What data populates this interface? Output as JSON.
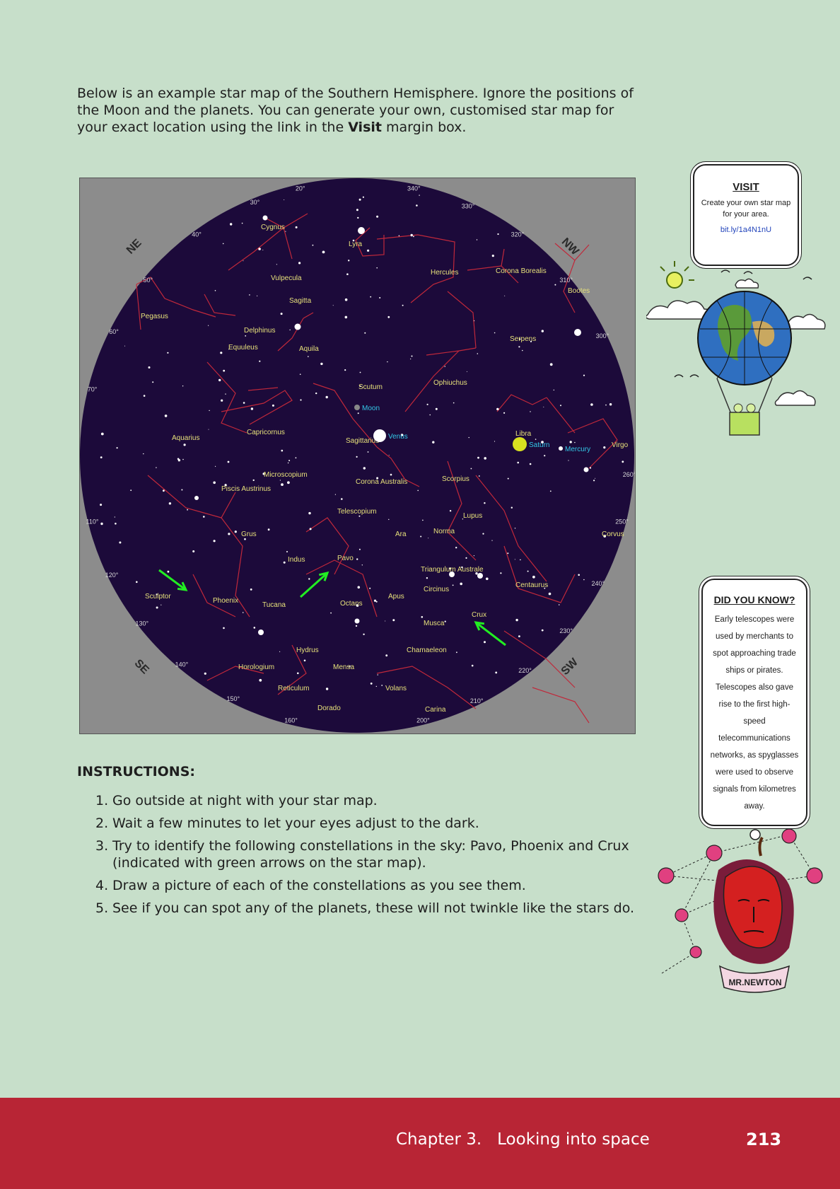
{
  "intro": {
    "before_bold": "Below is an example star map of the Southern Hemisphere. Ignore the positions of the Moon and the planets. You can generate your own, customised star map for your exact location using the link in the ",
    "bold": "Visit",
    "after_bold": " margin box."
  },
  "star_map": {
    "directions": [
      "NE",
      "NW",
      "SE",
      "SW"
    ],
    "degrees": [
      "20°",
      "30°",
      "40°",
      "50°",
      "60°",
      "70°",
      "110°",
      "120°",
      "130°",
      "140°",
      "150°",
      "160°",
      "200°",
      "210°",
      "220°",
      "230°",
      "240°",
      "250°",
      "260°",
      "300°",
      "310°",
      "320°",
      "330°",
      "340°"
    ],
    "constellations": [
      "Cygnus",
      "Lyra",
      "Vulpecula",
      "Hercules",
      "Corona Borealis",
      "Bootes",
      "Sagitta",
      "Pegasus",
      "Delphinus",
      "Equuleus",
      "Aquila",
      "Serpens",
      "Scutum",
      "Ophiuchus",
      "Aquarius",
      "Capricornus",
      "Sagittarius",
      "Libra",
      "Virgo",
      "Microscopium",
      "Piscis Austrinus",
      "Corona Australis",
      "Scorpius",
      "Telescopium",
      "Lupus",
      "Grus",
      "Ara",
      "Norma",
      "Corvus",
      "Indus",
      "Pavo",
      "Triangulum Australe",
      "Centaurus",
      "Sculptor",
      "Phoenix",
      "Tucana",
      "Octans",
      "Apus",
      "Circinus",
      "Musca",
      "Crux",
      "Hydrus",
      "Chamaeleon",
      "Horologium",
      "Mensa",
      "Reticulum",
      "Volans",
      "Dorado",
      "Carina"
    ],
    "bodies": [
      "Moon",
      "Venus",
      "Saturn",
      "Mercury"
    ],
    "colors": {
      "sky": "#1c0a3a",
      "lines": "#c0283a",
      "labels": "#e6e07a",
      "planets": "#33c8e8",
      "arrows": "#22ee22",
      "rim": "#8c8c8c"
    }
  },
  "instructions": {
    "title": "INSTRUCTIONS:",
    "steps": [
      {
        "num": "1.",
        "text": "Go outside at night with your star map."
      },
      {
        "num": "2.",
        "text": "Wait a few minutes to let your eyes adjust to the dark."
      },
      {
        "num": "3.",
        "text": "Try to identify the following constellations in the sky: Pavo, Phoenix and Crux (indicated with green arrows on the star map)."
      },
      {
        "num": "4.",
        "text": "Draw a picture of each of the constellations as you see them."
      },
      {
        "num": "5.",
        "text": "See if you can spot any of the planets, these will not twinkle like the stars do."
      }
    ]
  },
  "visit": {
    "title": "VISIT",
    "text": "Create your own star map for your area.",
    "link": "bit.ly/1a4N1nU"
  },
  "did_you_know": {
    "title": "DID YOU KNOW?",
    "text": "Early telescopes were used by merchants to spot approaching trade ships or pirates. Telescopes also gave rise to the first high-speed telecommunications networks, as spyglasses were used to observe signals from kilometres away."
  },
  "newton_label": "MR.NEWTON",
  "footer": {
    "chapter": "Chapter 3.   Looking into space",
    "page": "213"
  }
}
